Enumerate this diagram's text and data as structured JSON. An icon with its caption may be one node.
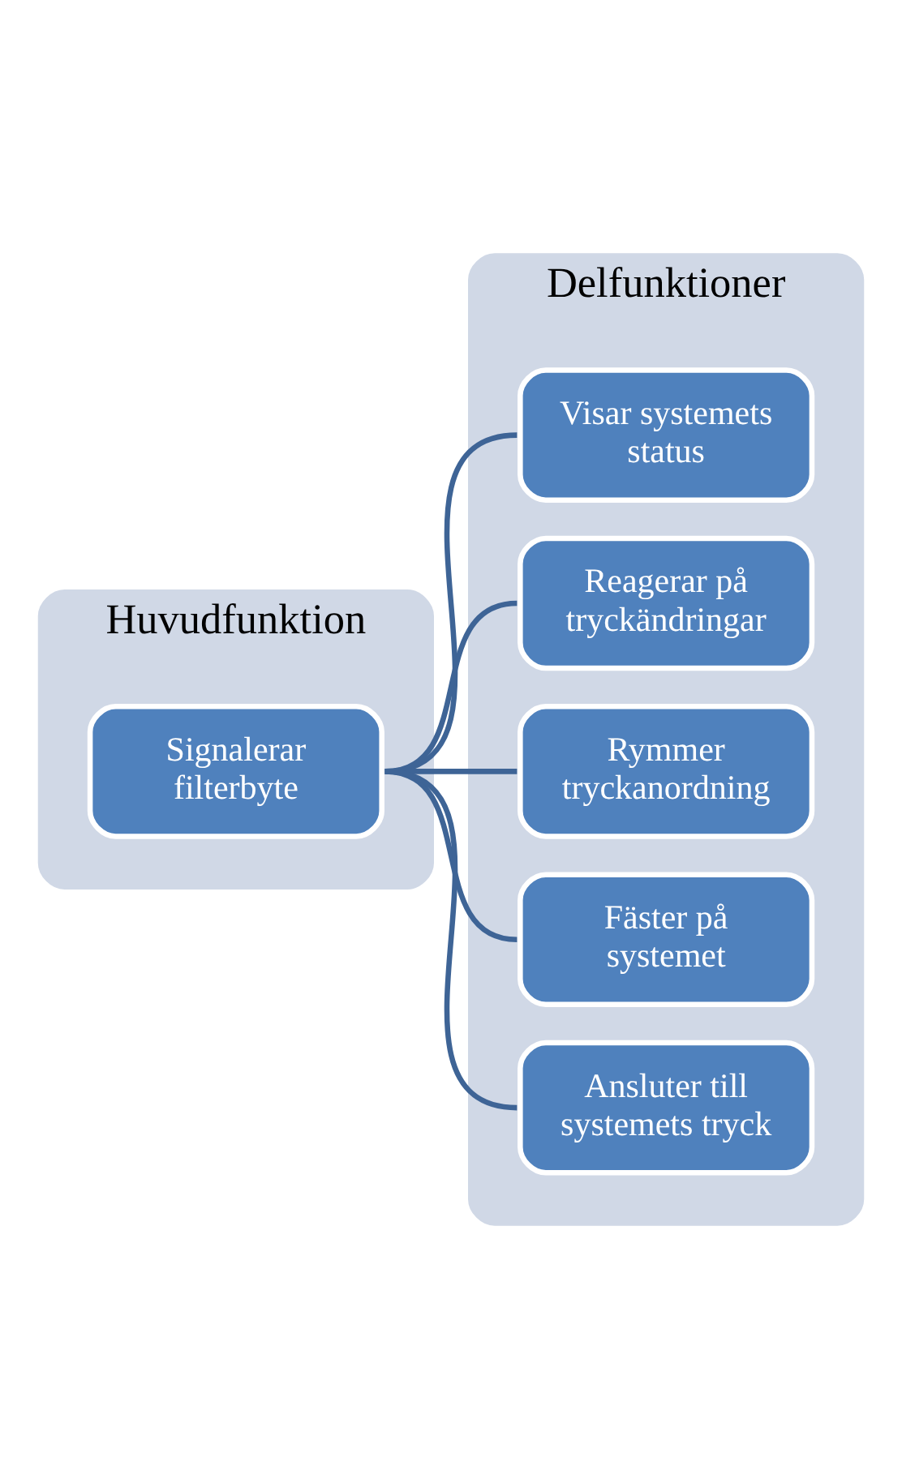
{
  "diagram": {
    "nodes": [
      {
        "text": [
          "Huvudfunktion"
        ]
      },
      {
        "text": [
          "Signalerar filterbyte"
        ],
        "in": 0
      },
      {
        "text": [
          "Delfunktioner"
        ]
      },
      {
        "text": [
          "Visar systemets status"
        ],
        "in": 2
      },
      {
        "text": [
          "Reagerar på tryckändringar"
        ],
        "in": 2
      },
      {
        "text": [
          "Rymmer tryckanordning"
        ],
        "in": 2
      },
      {
        "text": [
          "Fäster på systemet"
        ],
        "in": 2
      },
      {
        "text": [
          "Ansluter till systemets tryck"
        ],
        "in": 2
      }
    ],
    "edges": [
      {
        "from": 1,
        "to": 3,
        "arrow": "none"
      },
      {
        "from": 1,
        "to": 4,
        "arrow": "none"
      },
      {
        "from": 1,
        "to": 5,
        "arrow": "none"
      },
      {
        "from": 1,
        "to": 6,
        "arrow": "none"
      },
      {
        "from": 1,
        "to": 7,
        "arrow": "none"
      }
    ]
  }
}
